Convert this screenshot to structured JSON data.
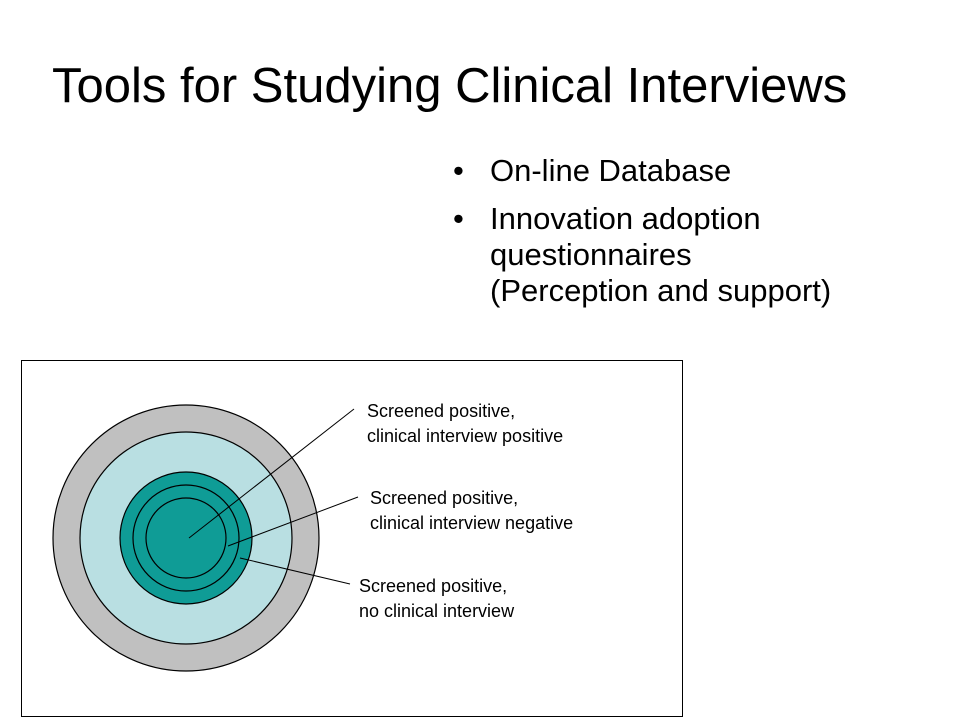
{
  "slide": {
    "title": "Tools for Studying Clinical Interviews",
    "bullets": [
      {
        "lines": [
          "On-line Database"
        ]
      },
      {
        "lines": [
          "Innovation adoption",
          "questionnaires",
          "(Perception and support)"
        ]
      }
    ]
  },
  "diagram": {
    "labels": [
      {
        "line1": "Screened positive,",
        "line2": "clinical interview positive"
      },
      {
        "line1": "Screened positive,",
        "line2": "clinical interview negative"
      },
      {
        "line1": "Screened positive,",
        "line2": "no clinical interview"
      }
    ],
    "colors": {
      "outer_ring": "#c0c0c0",
      "light_teal": "#b9dfe2",
      "dark_teal": "#0f9c96",
      "stroke": "#000000"
    }
  }
}
